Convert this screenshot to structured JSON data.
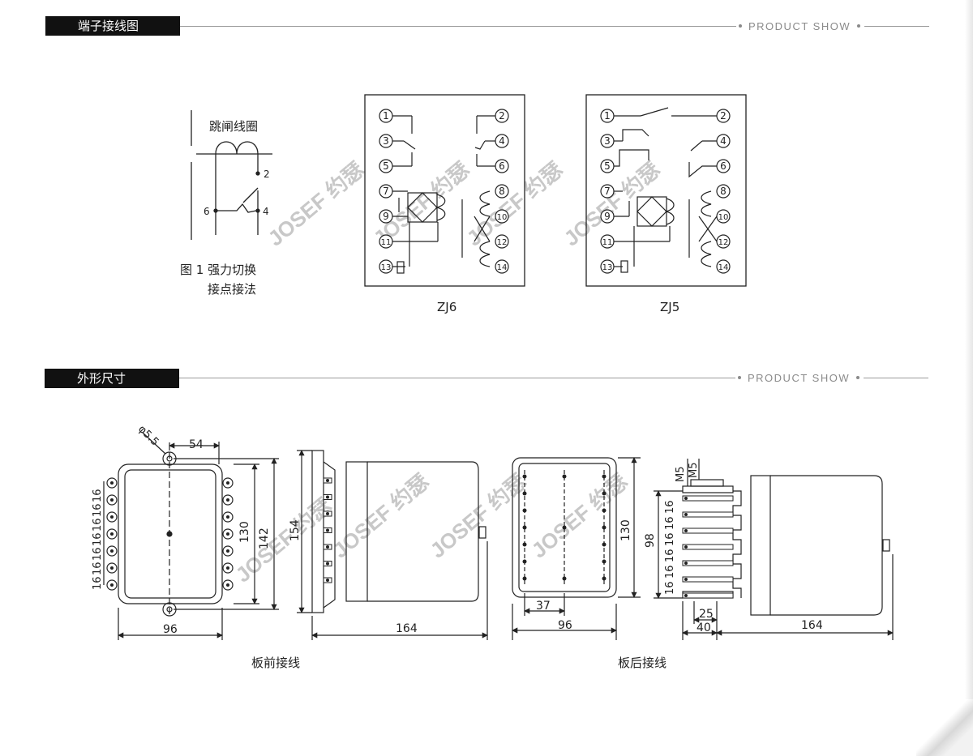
{
  "sections": [
    {
      "title": "端子接线图",
      "tagline": "PRODUCT SHOW"
    },
    {
      "title": "外形尺寸",
      "tagline": "PRODUCT SHOW"
    }
  ],
  "wiring": {
    "fig1": {
      "coil_label": "跳闸线圈",
      "caption_line1": "图 1 强力切换",
      "caption_line2": "接点接法",
      "pin_2": "2",
      "pin_4": "4",
      "pin_6": "6"
    },
    "zj6": {
      "label": "ZJ6"
    },
    "zj5": {
      "label": "ZJ5"
    }
  },
  "terminals": [
    "1",
    "2",
    "3",
    "4",
    "5",
    "6",
    "7",
    "8",
    "9",
    "10",
    "11",
    "12",
    "13",
    "14"
  ],
  "watermark": "JOSEF 约瑟",
  "dimensions": {
    "front": {
      "hole": "φ5.5",
      "d54": "54",
      "d96": "96",
      "d130": "130",
      "d142": "142",
      "pitch": [
        "16",
        "16",
        "16",
        "16",
        "16",
        "16",
        "16"
      ],
      "caption": "板前接线"
    },
    "front_side": {
      "d154": "154",
      "d164": "164"
    },
    "back": {
      "d37": "37",
      "d96": "96",
      "d130": "130",
      "caption": "板后接线"
    },
    "back_side": {
      "m5a": "M5",
      "m5b": "M5",
      "d98": "98",
      "d25": "25",
      "d40": "40",
      "d164": "164",
      "pitch": [
        "16",
        "16",
        "16",
        "16",
        "16",
        "16"
      ]
    }
  }
}
